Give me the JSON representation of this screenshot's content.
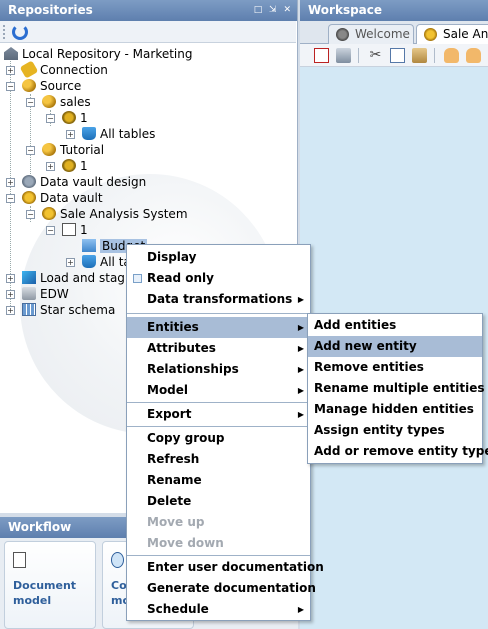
{
  "repositories": {
    "title": "Repositories",
    "tree": {
      "root": "Local Repository - Marketing",
      "connection": "Connection",
      "source": "Source",
      "sales": "sales",
      "sales_v1": "1",
      "sales_all_tables": "All tables",
      "tutorial": "Tutorial",
      "tutorial_v1": "1",
      "dv_design": "Data vault design",
      "data_vault": "Data vault",
      "sale_analysis": "Sale Analysis System",
      "sas_v1": "1",
      "budget": "Budget",
      "all_tables": "All tables",
      "load_staging": "Load and staging",
      "edw": "EDW",
      "star_schema": "Star schema"
    }
  },
  "workspace": {
    "title": "Workspace",
    "tabs": [
      "Welcome",
      "Sale Analysis System"
    ]
  },
  "workflow": {
    "title": "Workflow",
    "cards": [
      "Document\nmodel",
      "Compare\nmodels"
    ]
  },
  "context_menu": {
    "items": [
      {
        "label": "Display"
      },
      {
        "label": "Read only"
      },
      {
        "label": "Data transformations"
      },
      {
        "label": "Entities"
      },
      {
        "label": "Attributes"
      },
      {
        "label": "Relationships"
      },
      {
        "label": "Model"
      },
      {
        "label": "Export"
      },
      {
        "label": "Copy group"
      },
      {
        "label": "Refresh"
      },
      {
        "label": "Rename"
      },
      {
        "label": "Delete"
      },
      {
        "label": "Move up"
      },
      {
        "label": "Move down"
      },
      {
        "label": "Enter user documentation"
      },
      {
        "label": "Generate documentation"
      },
      {
        "label": "Schedule"
      }
    ]
  },
  "entities_submenu": {
    "items": [
      {
        "label": "Add entities"
      },
      {
        "label": "Add new entity"
      },
      {
        "label": "Remove entities"
      },
      {
        "label": "Rename multiple entities"
      },
      {
        "label": "Manage hidden entities"
      },
      {
        "label": "Assign entity types"
      },
      {
        "label": "Add or remove entity types"
      }
    ]
  }
}
